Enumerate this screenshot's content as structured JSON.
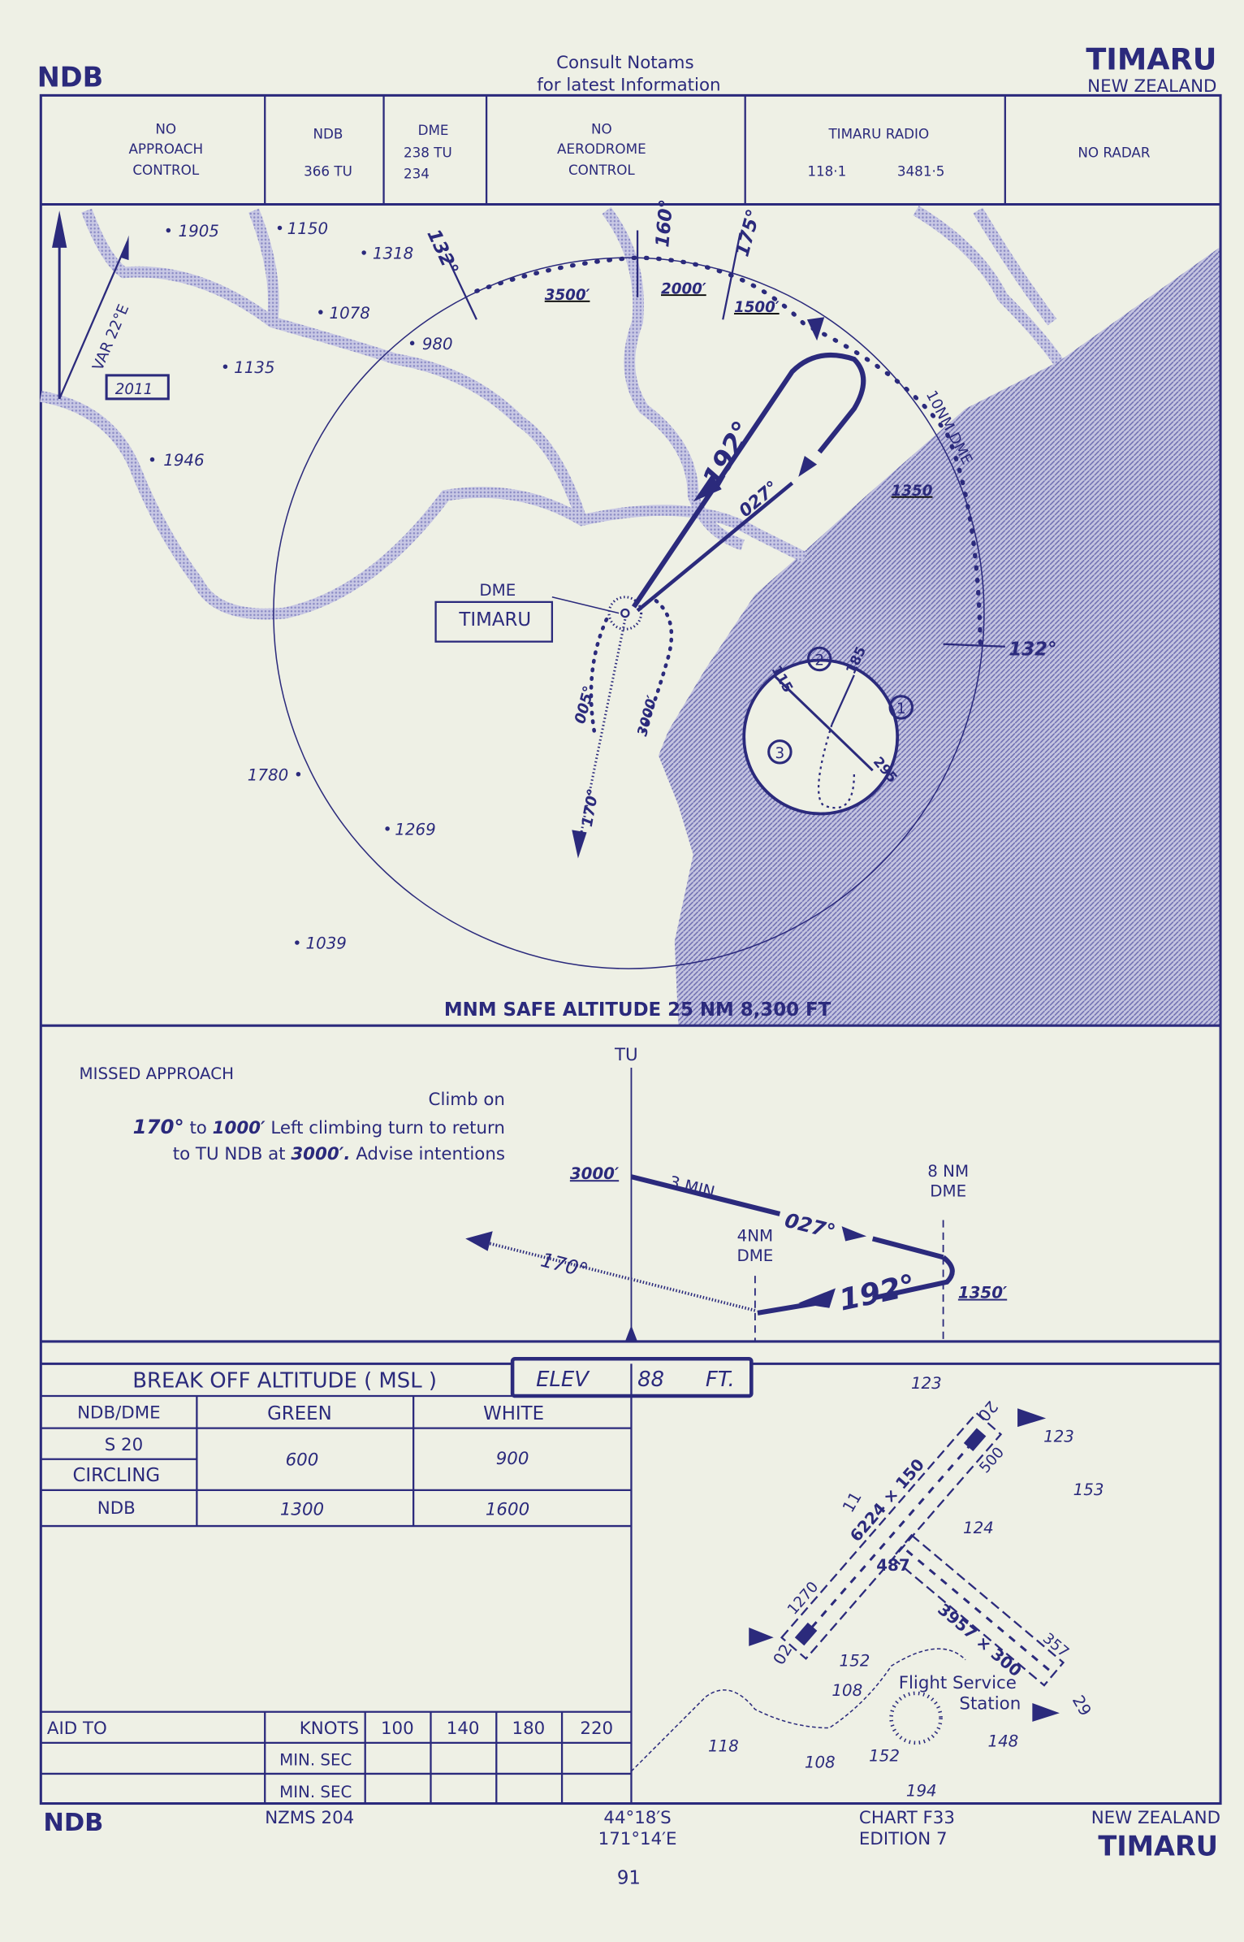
{
  "header": {
    "procedure": "NDB",
    "notice_line1": "Consult  Notams",
    "notice_line2": "for  latest  Information",
    "airport": "TIMARU",
    "country": "NEW ZEALAND"
  },
  "comms": [
    {
      "lines": [
        "NO",
        "APPROACH",
        "CONTROL"
      ]
    },
    {
      "lines": [
        "NDB",
        "366  TU"
      ]
    },
    {
      "lines": [
        "DME",
        "238  TU",
        "234"
      ]
    },
    {
      "lines": [
        "NO",
        "AERODROME",
        "CONTROL"
      ]
    },
    {
      "lines": [
        "TIMARU  RADIO",
        "118·1",
        "3481·5"
      ]
    },
    {
      "lines": [
        "NO RADAR"
      ]
    }
  ],
  "plan": {
    "variation": "VAR  22°E",
    "max_elevation": "2011",
    "spot_heights": [
      "1905",
      "1150",
      "1318",
      "1078",
      "980",
      "1135",
      "1946",
      "1780",
      "1269",
      "1039"
    ],
    "radials": [
      "132°",
      "160°",
      "175°"
    ],
    "arc_altitudes": [
      "3500′",
      "2000′",
      "1500′"
    ],
    "arc_label": "10NM DME",
    "arc_altitude_final": "1350",
    "arc_entry": "132°",
    "inbound": "192°",
    "outbound": "027°",
    "reversal_out": "005°",
    "reversal_alt": "3000′",
    "missed_track": "170°",
    "station_type": "DME",
    "station_name": "TIMARU",
    "sector_entry": {
      "sectors": [
        "1",
        "2",
        "3"
      ],
      "bearings": [
        "115",
        "185",
        "295"
      ]
    },
    "msa": "MNM SAFE ALTITUDE 25 NM  8,300 FT"
  },
  "profile": {
    "missed_title": "MISSED  APPROACH",
    "missed_line1": "Climb on",
    "missed_hdg": "170°",
    "missed_to": "to",
    "missed_alt": "1000′",
    "missed_line2_rest": "Left  climbing turn to return",
    "missed_line3a": "to TU NDB at",
    "missed_line3_alt": "3000′.",
    "missed_line3b": "Advise  intentions",
    "fix": "TU",
    "start_alt": "3000′",
    "time": "3 MIN",
    "outbound": "027°",
    "inbound": "192°",
    "missed": "170°",
    "dme8": [
      "8 NM",
      "DME"
    ],
    "dme4": [
      "4NM",
      "DME"
    ],
    "turn_alt": "1350′"
  },
  "minima": {
    "title": "BREAK  OFF  ALTITUDE   ( MSL )",
    "elev_label": "ELEV",
    "elev_value": "88",
    "elev_unit": "FT.",
    "headers": [
      "NDB/DME",
      "GREEN",
      "WHITE"
    ],
    "rows": [
      {
        "label": "S 20",
        "label2": "CIRCLING",
        "green": "600",
        "white": "900"
      },
      {
        "label": "NDB",
        "green": "1300",
        "white": "1600"
      }
    ]
  },
  "timing": {
    "aid_label": "AID TO",
    "knots_label": "KNOTS",
    "speeds": [
      "100",
      "140",
      "180",
      "220"
    ],
    "unit_rows": [
      "MIN. SEC",
      "MIN. SEC"
    ]
  },
  "aerodrome": {
    "runway_02_20": {
      "ends": [
        "02",
        "20"
      ],
      "dims": "6224 × 150",
      "displaced": [
        "1270",
        "500"
      ]
    },
    "runway_11_29": {
      "ends": [
        "11",
        "29"
      ],
      "dims": "3957 × 300",
      "extra": "357"
    },
    "tower_height": "487",
    "fss": [
      "Flight Service",
      "Station"
    ],
    "obstacles": [
      "123",
      "123",
      "153",
      "124",
      "152",
      "108",
      "118",
      "108",
      "152",
      "148",
      "194"
    ]
  },
  "footer": {
    "procedure": "NDB",
    "map_ref": "NZMS  204",
    "lat": "44°18′S",
    "lon": "171°14′E",
    "chart": "CHART  F33",
    "edition": "EDITION 7",
    "country": "NEW  ZEALAND",
    "airport": "TIMARU",
    "page": "91"
  },
  "colors": {
    "ink": "#2b2a7c",
    "paper": "#eef0e5",
    "terrain": "#b3b3d6"
  }
}
